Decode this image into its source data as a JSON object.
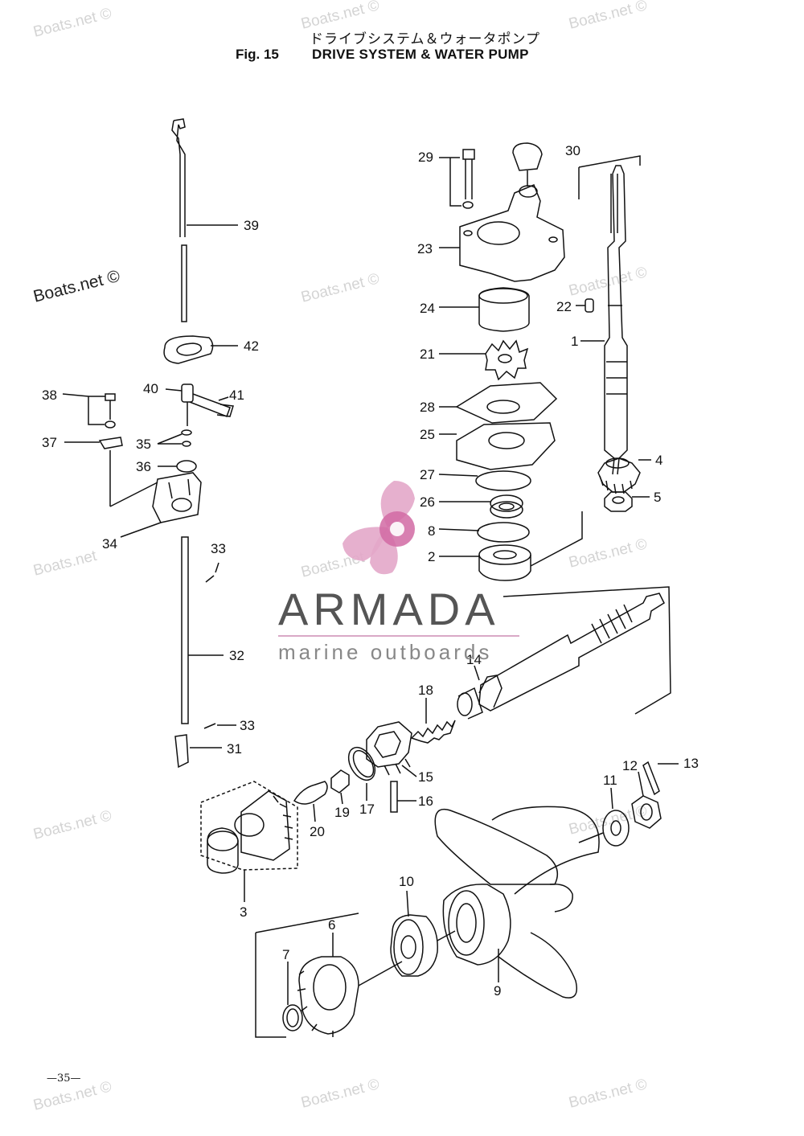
{
  "header": {
    "title_jp": "ドライブシステム＆ウォータポンプ",
    "fig_label": "Fig. 15",
    "title_en": "DRIVE SYSTEM & WATER PUMP"
  },
  "page_number": "—35—",
  "watermark": {
    "text": "Boats.net ©",
    "short": "Boats.net"
  },
  "brand": {
    "name": "ARMADA",
    "tagline": "marine outboards",
    "colors": {
      "pink": "#e3a7c9",
      "pink_dark": "#d16aa3",
      "gray": "#555555"
    }
  },
  "part_numbers": [
    "1",
    "2",
    "3",
    "4",
    "5",
    "6",
    "7",
    "8",
    "9",
    "10",
    "11",
    "12",
    "13",
    "14",
    "15",
    "16",
    "17",
    "18",
    "19",
    "20",
    "21",
    "22",
    "23",
    "24",
    "25",
    "26",
    "27",
    "28",
    "29",
    "30",
    "31",
    "32",
    "33",
    "34",
    "35",
    "36",
    "37",
    "38",
    "39",
    "40",
    "41",
    "42"
  ],
  "labels": {
    "p1": "1",
    "p2": "2",
    "p3": "3",
    "p4": "4",
    "p5": "5",
    "p6": "6",
    "p7": "7",
    "p8": "8",
    "p9": "9",
    "p10": "10",
    "p11": "11",
    "p12": "12",
    "p13": "13",
    "p14": "14",
    "p15": "15",
    "p16": "16",
    "p17": "17",
    "p18": "18",
    "p19": "19",
    "p20": "20",
    "p21": "21",
    "p22": "22",
    "p23": "23",
    "p24": "24",
    "p25": "25",
    "p26": "26",
    "p27": "27",
    "p28": "28",
    "p29": "29",
    "p30": "30",
    "p31": "31",
    "p32": "32",
    "p33a": "33",
    "p33b": "33",
    "p34": "34",
    "p35": "35",
    "p36": "36",
    "p37": "37",
    "p38": "38",
    "p39": "39",
    "p40": "40",
    "p41": "41",
    "p42": "42"
  }
}
